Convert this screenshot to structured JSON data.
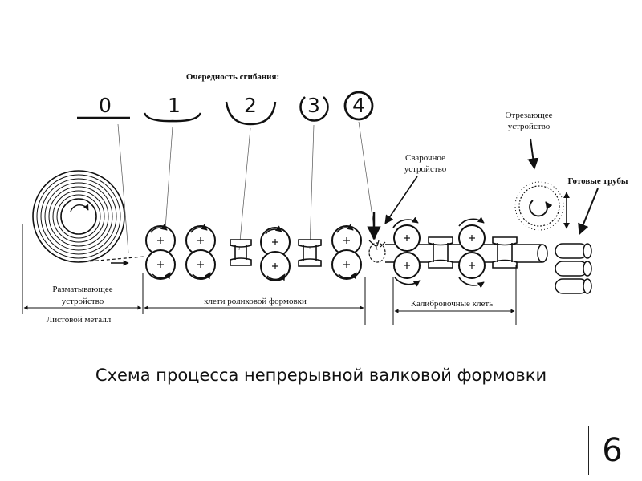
{
  "diagram": {
    "bending_sequence_title": "Очередность сгибания:",
    "stages": [
      "0",
      "1",
      "2",
      "3",
      "4"
    ],
    "labels": {
      "welding": [
        "Сварочное",
        "устройство"
      ],
      "cutting": [
        "Отрезающее",
        "устройство"
      ],
      "finished_pipes": "Готовые трубы",
      "uncoiler": [
        "Разматывающее",
        "устройство"
      ],
      "sheet_metal": "Листовой металл",
      "forming_stands": "клети роликовой формовки",
      "calibration_stand": "Калибровочные клеть"
    }
  },
  "caption": "Схема процесса непрерывной валковой формовки",
  "slide_number": "6"
}
